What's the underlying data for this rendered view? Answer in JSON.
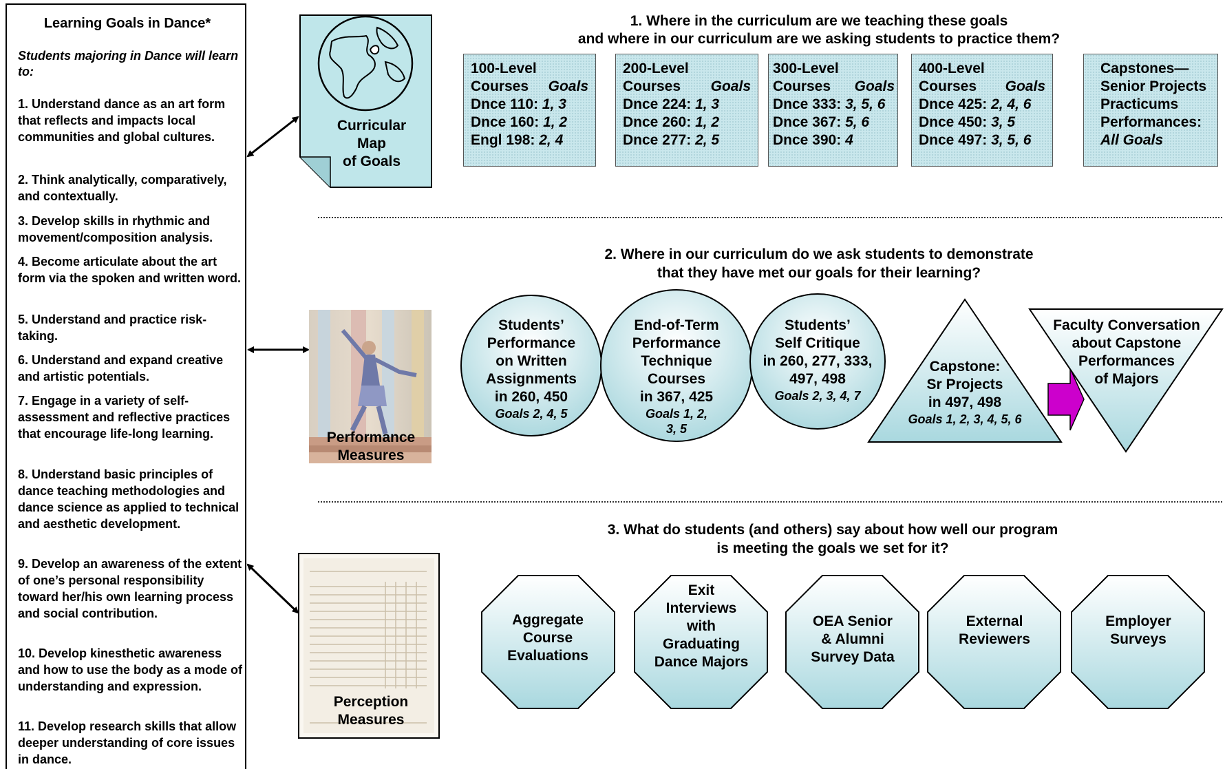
{
  "goals": {
    "title": "Learning Goals in Dance*",
    "intro": "Students majoring in Dance will learn to:",
    "items": [
      "1.  Understand dance as an art form that reflects and impacts local communities and global cultures.",
      "2.  Think analytically, comparatively, and contextually.",
      "3.  Develop skills in rhythmic and movement/composition analysis.",
      "4.  Become articulate about the art form via the spoken and written word.",
      "5.  Understand and practice risk-taking.",
      "6.  Understand and expand creative and artistic potentials.",
      "7.  Engage in a variety of self-assessment and reflective practices that encourage life-long learning.",
      "8.  Understand basic principles of dance teaching methodologies and dance science as applied to technical and aesthetic development.",
      "9.  Develop an awareness of the extent of one’s personal responsibility toward her/his own learning process and social contribution.",
      "10.  Develop kinesthetic awareness and how to use the body as a mode of understanding and expression.",
      "11.  Develop research skills that allow deeper understanding of core issues in dance."
    ]
  },
  "icons": {
    "curricular_map": "Curricular\nMap\nof Goals",
    "performance": "Performance\nMeasures",
    "perception": "Perception\nMeasures"
  },
  "section1": {
    "title_line1": "1.  Where in the curriculum are we teaching these goals",
    "title_line2": "and where in our curriculum are we asking students to practice them?",
    "boxes": [
      {
        "heading": "100-Level",
        "sub_left": "Courses",
        "sub_right": "Goals",
        "rows": [
          {
            "course": "Dnce 110:",
            "goals": "1, 3"
          },
          {
            "course": "Dnce 160:",
            "goals": "1, 2"
          },
          {
            "course": "Engl 198:",
            "goals": "2, 4"
          }
        ]
      },
      {
        "heading": "200-Level",
        "sub_left": "Courses",
        "sub_right": "Goals",
        "rows": [
          {
            "course": "Dnce 224:",
            "goals": "1, 3"
          },
          {
            "course": "Dnce 260:",
            "goals": "1, 2"
          },
          {
            "course": "Dnce 277:",
            "goals": "2, 5"
          }
        ]
      },
      {
        "heading": "300-Level",
        "sub_left": "Courses",
        "sub_right": "Goals",
        "rows": [
          {
            "course": "Dnce 333:",
            "goals": "3, 5, 6"
          },
          {
            "course": "Dnce 367:",
            "goals": "5, 6"
          },
          {
            "course": "Dnce 390:",
            "goals": "4"
          }
        ]
      },
      {
        "heading": "400-Level",
        "sub_left": "Courses",
        "sub_right": "Goals",
        "rows": [
          {
            "course": "Dnce 425:",
            "goals": "2, 4, 6"
          },
          {
            "course": "Dnce 450:",
            "goals": "3, 5"
          },
          {
            "course": "Dnce 497:",
            "goals": "3, 5, 6"
          }
        ]
      }
    ],
    "capstone_box": {
      "line1": "Capstones—",
      "line2": "Senior Projects",
      "line3": "Practicums",
      "line4": "Performances:",
      "line5": "All Goals"
    }
  },
  "section2": {
    "title_line1": "2.  Where in our curriculum do we ask students to demonstrate",
    "title_line2": "that they have met our goals for their learning?",
    "circles": [
      {
        "text": "Students’\nPerformance\non Written\nAssignments\nin 260, 450",
        "goals": "Goals 2, 4, 5"
      },
      {
        "text": "End-of-Term\nPerformance\nTechnique\nCourses\nin 367, 425",
        "goals": "Goals 1, 2,\n3, 5"
      },
      {
        "text": "Students’\nSelf Critique\nin 260, 277, 333,\n497, 498",
        "goals": "Goals 2, 3, 4, 7"
      }
    ],
    "triangle": {
      "text": "Capstone:\nSr Projects\nin 497, 498",
      "goals": "Goals 1, 2, 3, 4, 5, 6"
    },
    "inverted_triangle": {
      "text": "Faculty Conversation\nabout Capstone\nPerformances\nof Majors"
    },
    "arrow_color": "#cc00cc"
  },
  "section3": {
    "title_line1": "3.  What do students (and others) say about how well our program",
    "title_line2": "is meeting the goals we set for it?",
    "octagons": [
      "Aggregate\nCourse\nEvaluations",
      "Exit\nInterviews\nwith\nGraduating\nDance Majors",
      "OEA Senior\n& Alumni\nSurvey Data",
      "External\nReviewers",
      "Employer\nSurveys"
    ]
  },
  "colors": {
    "accent_fill": "#c9e7ec",
    "arrow": "#cc00cc"
  }
}
